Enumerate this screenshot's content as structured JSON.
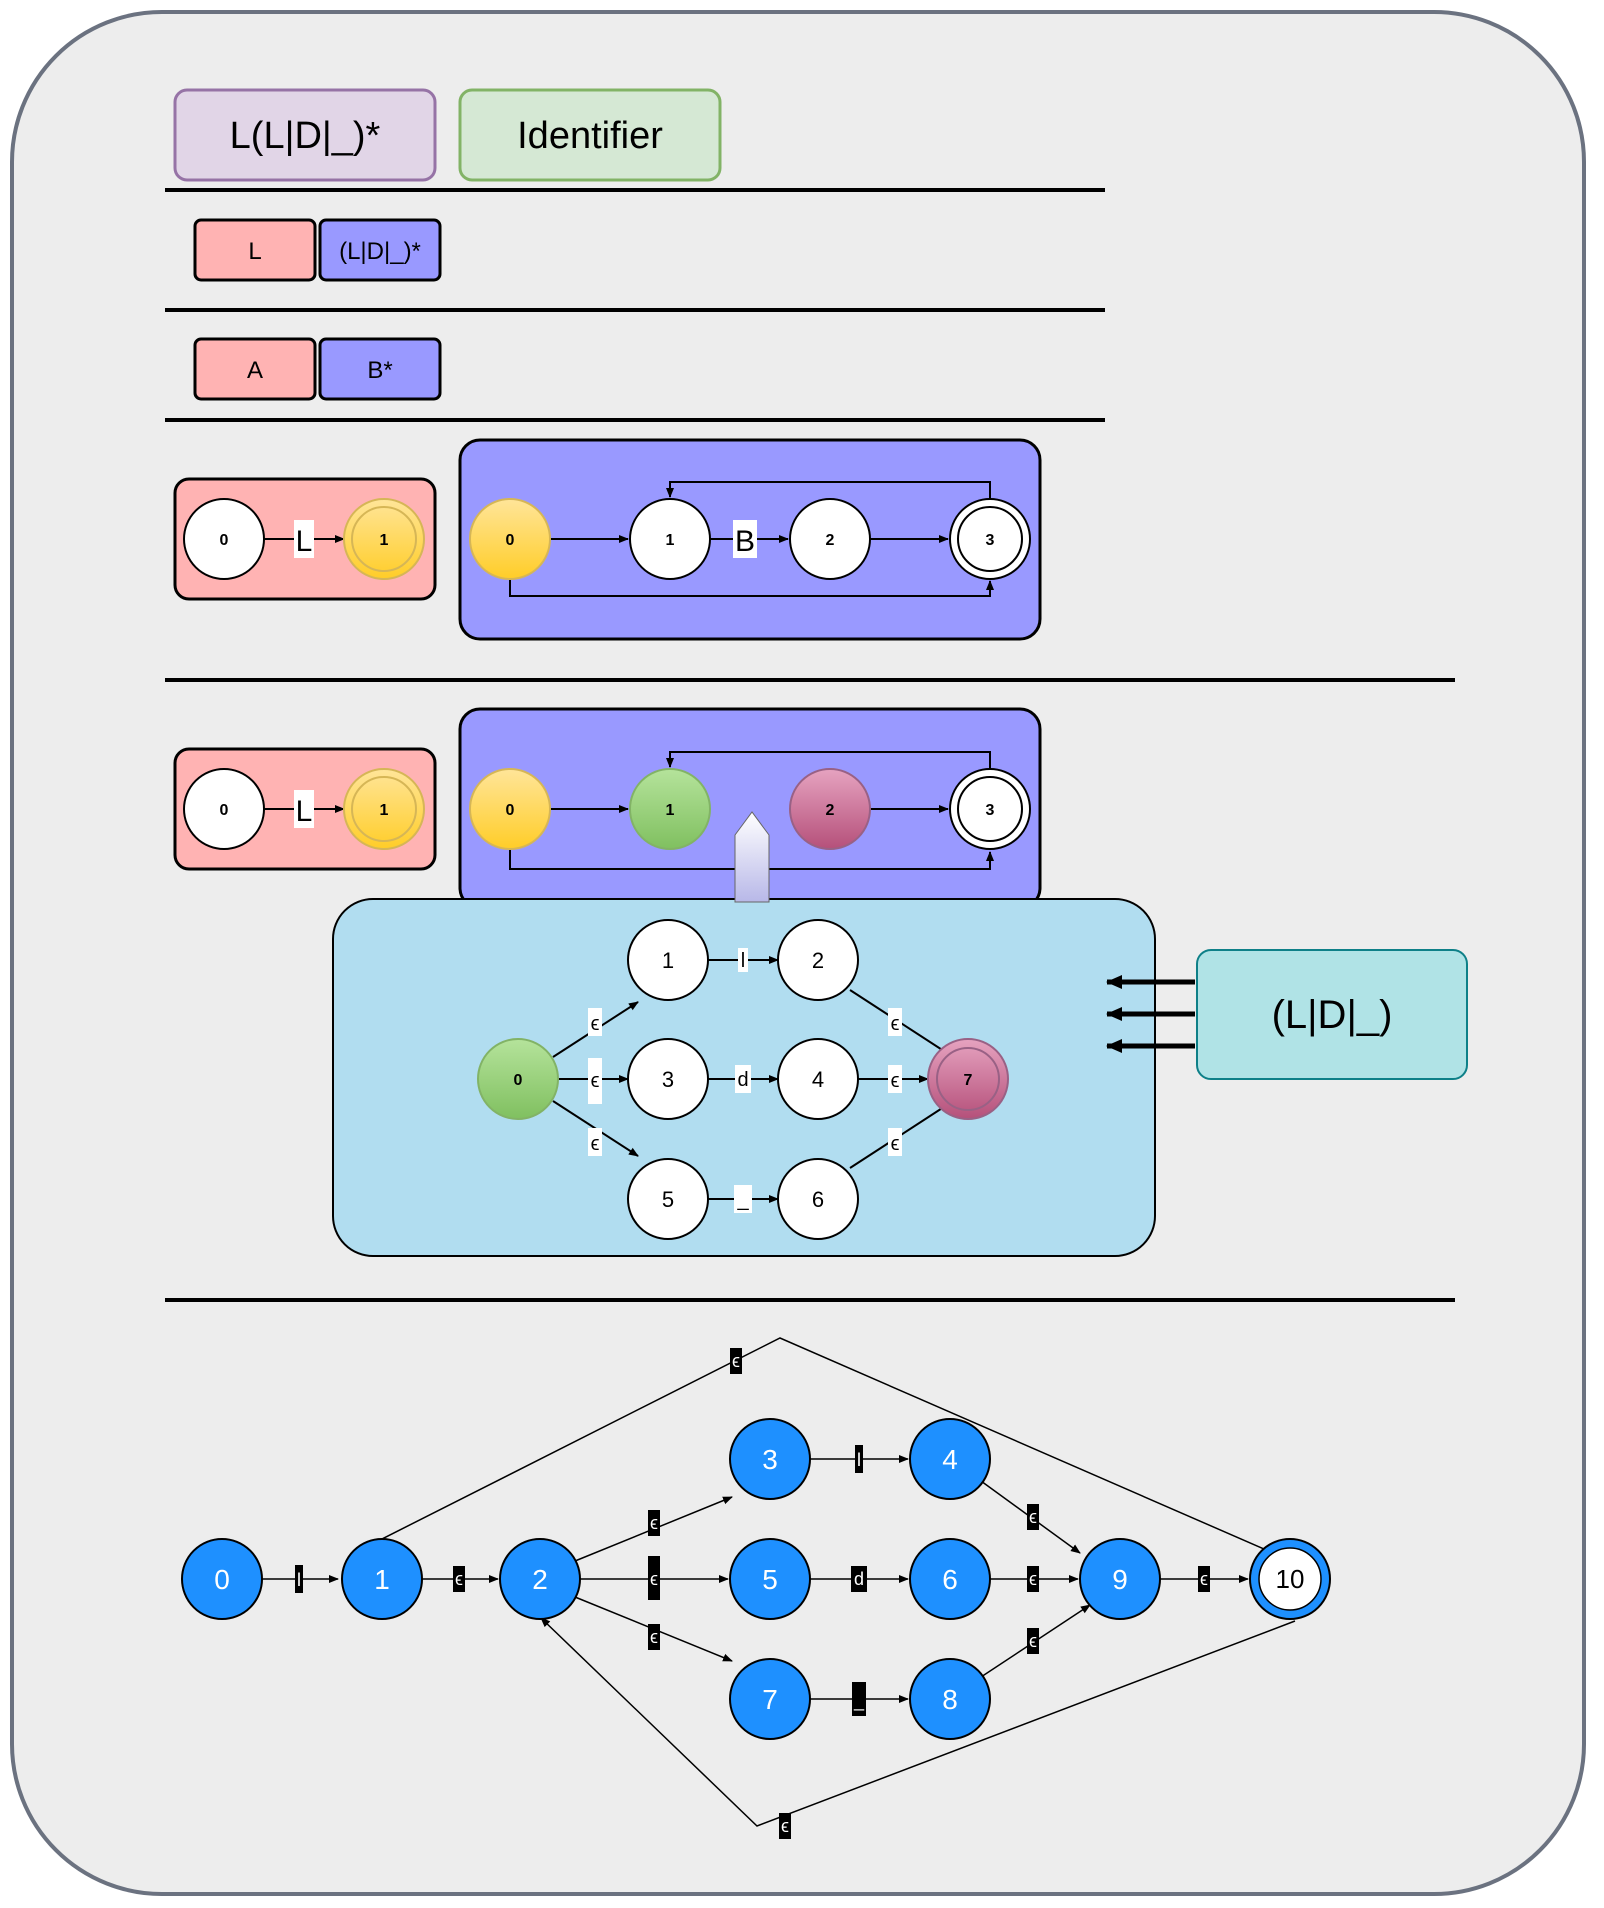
{
  "colors": {
    "background": "#ededed",
    "outline": "#6b7280",
    "regex_box_fill": "#e1d5e7",
    "regex_box_stroke": "#9673a6",
    "identifier_box_fill": "#d5e8d4",
    "identifier_box_stroke": "#82b366",
    "part_a_fill": "#ffb3b3",
    "part_b_fill": "#9999ff",
    "yellow_state": "#ffd966",
    "green_state": "#97d077",
    "pink_state": "#cd6d93",
    "sub_panel_fill": "#b1ddf0",
    "side_box_fill": "#b0e3e6",
    "side_box_stroke": "#0e8088",
    "final_state": "#1e90ff"
  },
  "header": {
    "regex": "L(L|D|_)*",
    "token": "Identifier"
  },
  "split": {
    "left": "L",
    "right": "(L|D|_)*"
  },
  "abstract": {
    "left": "A",
    "right": "B*"
  },
  "step1": {
    "a_states": [
      "0",
      "1"
    ],
    "a_label": "L",
    "b_states": [
      "0",
      "1",
      "2",
      "3"
    ],
    "b_label": "B"
  },
  "step2": {
    "a_states": [
      "0",
      "1"
    ],
    "a_label": "L",
    "b_states": [
      "0",
      "1",
      "2",
      "3"
    ],
    "sub_states": [
      "0",
      "1",
      "2",
      "3",
      "4",
      "5",
      "6",
      "7"
    ],
    "sub_labels": {
      "eps": "ϵ",
      "l": "l",
      "d": "d",
      "u": "_"
    },
    "side_box": "(L|D|_)"
  },
  "final": {
    "states": [
      "0",
      "1",
      "2",
      "3",
      "4",
      "5",
      "6",
      "7",
      "8",
      "9",
      "10"
    ],
    "labels": {
      "eps": "ϵ",
      "l": "l",
      "d": "d",
      "u": "_"
    }
  }
}
